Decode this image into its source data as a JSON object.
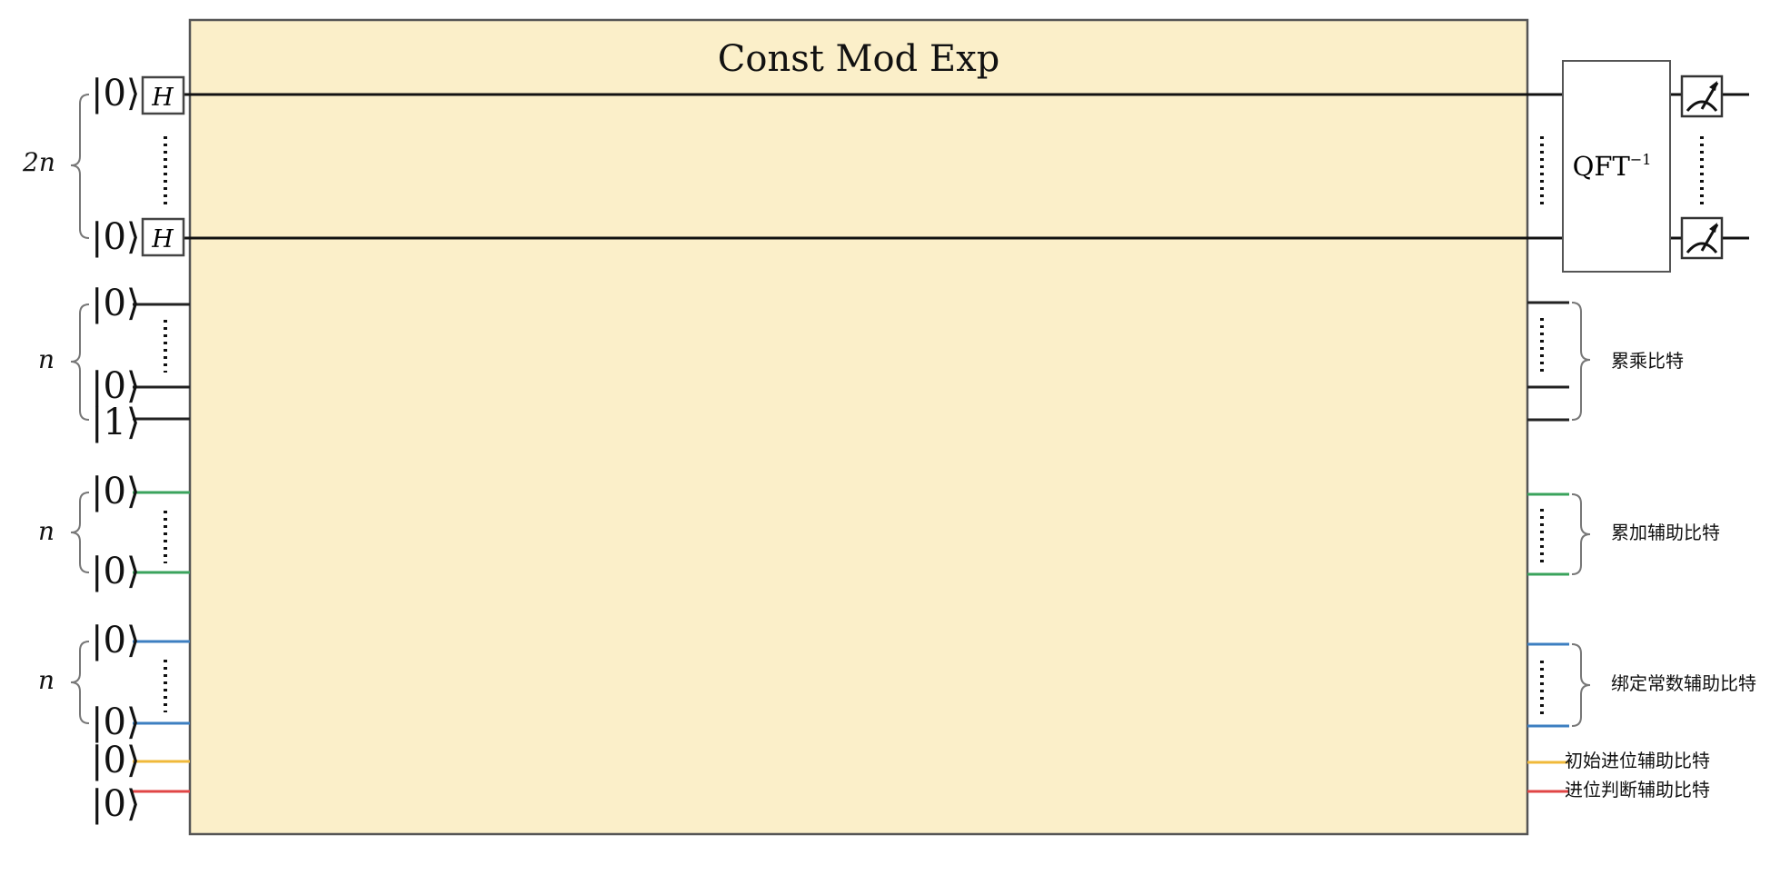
{
  "block": {
    "title": "Const Mod Exp",
    "fill": "#fbefc9"
  },
  "qft": {
    "label": "QFT",
    "sup": "−1"
  },
  "gates": {
    "h": "H"
  },
  "groups": [
    {
      "size": "2n"
    },
    {
      "size": "n"
    },
    {
      "size": "n"
    },
    {
      "size": "n"
    }
  ],
  "kets": {
    "zero": "|0⟩",
    "one": "|1⟩"
  },
  "output_labels": {
    "mult": "累乘比特",
    "acc": "累加辅助比特",
    "bind": "绑定常数辅助比特",
    "init_carry": "初始进位辅助比特",
    "carry_judge": "进位判断辅助比特"
  },
  "colors": {
    "black": "#222222",
    "green": "#3aa35c",
    "blue": "#3d7fc1",
    "yellow": "#f0b93a",
    "red": "#e04545"
  }
}
